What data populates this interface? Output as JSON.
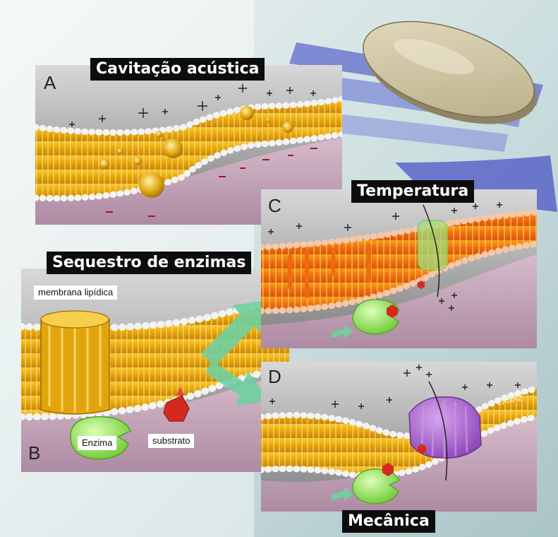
{
  "panels": {
    "a": {
      "letter": "A",
      "title": "Cavitação acústica"
    },
    "b": {
      "letter": "B",
      "title": "Sequestro de enzimas"
    },
    "c": {
      "letter": "C",
      "title": "Temperatura"
    },
    "d": {
      "letter": "D",
      "title": "Mecânica"
    }
  },
  "labels": {
    "membrane": "membrana lipídica",
    "enzyme": "Enzima",
    "substrate": "substrato"
  },
  "signature": "CAÑAZ",
  "colors": {
    "membrane_gold": "#e9a90a",
    "membrane_highlight": "#fde27a",
    "head_beads": "#f2f2f2",
    "cytoplasm_mauve": "#c4a3b9",
    "outer_grey": "#8f8f8f",
    "background_teal": "#bfd5d8",
    "ultrasound_blue": "#4c55c9",
    "enzyme_green": "#8fe04c",
    "substrate_red": "#d42a1e",
    "channel_purple": "#a35fcd",
    "arrow_teal": "#6fcf9e",
    "hot_orange": "#ef6d12"
  }
}
